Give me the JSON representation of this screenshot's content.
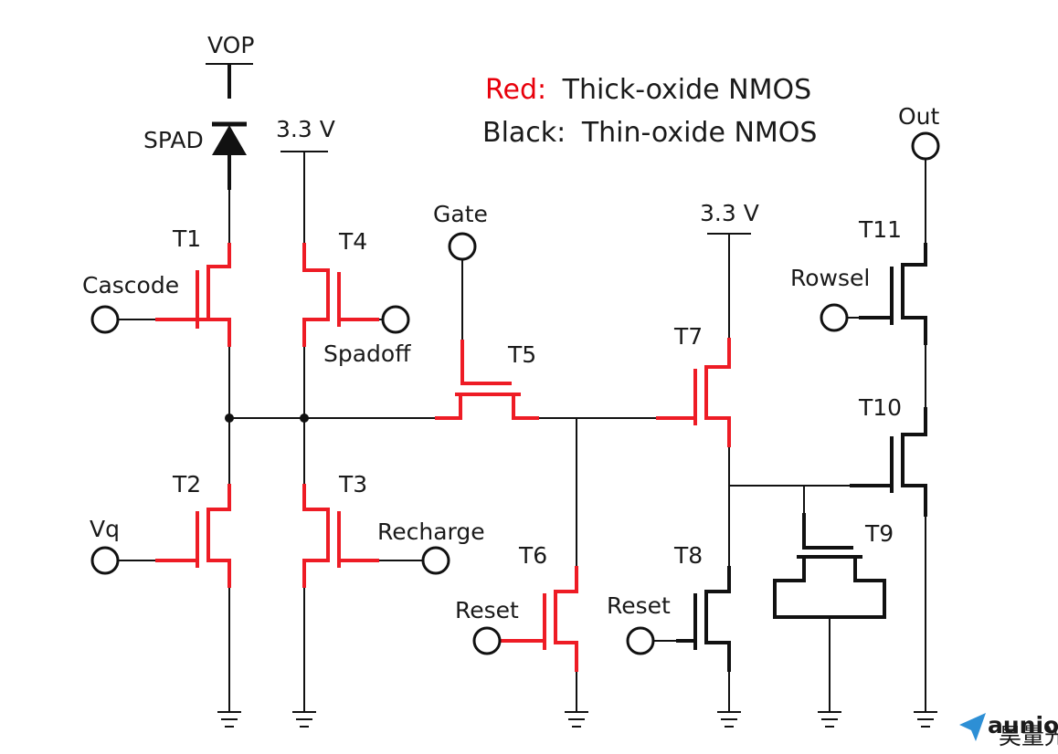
{
  "labels": {
    "vop": "VOP",
    "spad": "SPAD",
    "vdd_left": "3.3 V",
    "vdd_right": "3.3 V",
    "out": "Out",
    "gate": "Gate",
    "cascode": "Cascode",
    "spadoff": "Spadoff",
    "vq": "Vq",
    "recharge": "Recharge",
    "reset_t6": "Reset",
    "reset_t8": "Reset",
    "rowsel": "Rowsel"
  },
  "transistors": {
    "t1": "T1",
    "t2": "T2",
    "t3": "T3",
    "t4": "T4",
    "t5": "T5",
    "t6": "T6",
    "t7": "T7",
    "t8": "T8",
    "t9": "T9",
    "t10": "T10",
    "t11": "T11"
  },
  "legend": {
    "red_key": "Red:",
    "red_text": "Thick-oxide NMOS",
    "black_key": "Black:",
    "black_text": "Thin-oxide NMOS"
  },
  "logo": {
    "name": "aunion",
    "sub": "昊量光电"
  },
  "colors": {
    "thick_oxide": "#ee1c25",
    "thin_oxide": "#111111",
    "logo": "#2d8fd5"
  }
}
